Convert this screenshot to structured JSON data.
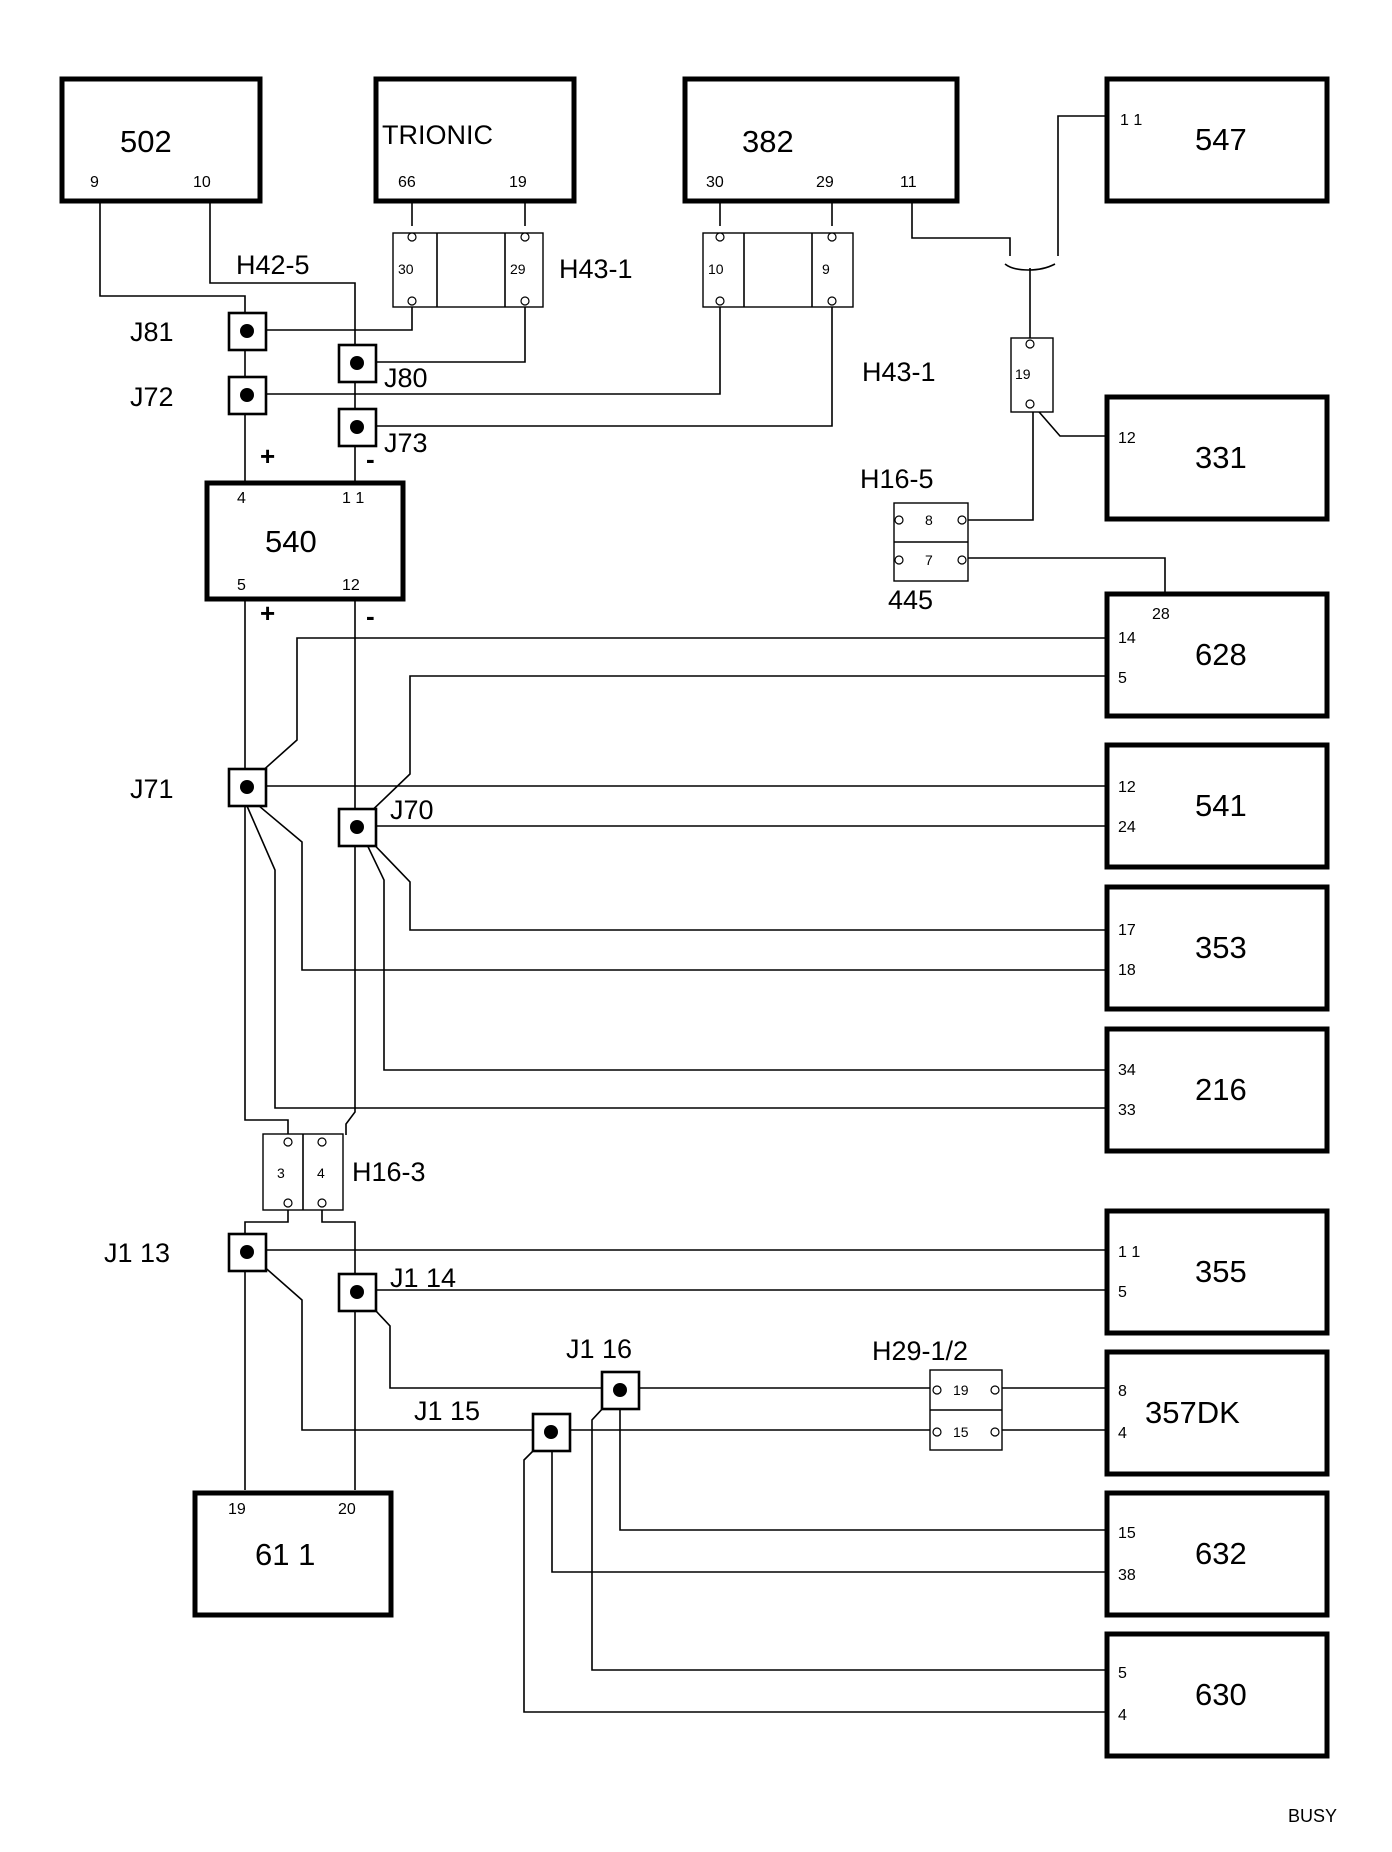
{
  "components": {
    "c502": {
      "name": "502",
      "pins": [
        "9",
        "10"
      ]
    },
    "trionic": {
      "name": "TRIONIC",
      "pins": [
        "66",
        "19"
      ]
    },
    "c382": {
      "name": "382",
      "pins": [
        "30",
        "29",
        "11"
      ]
    },
    "c547": {
      "name": "547",
      "pins": [
        "1 1"
      ]
    },
    "c331": {
      "name": "331",
      "pins": [
        "12"
      ]
    },
    "c540": {
      "name": "540",
      "pins": [
        "4",
        "1 1",
        "5",
        "12"
      ]
    },
    "c628": {
      "name": "628",
      "pins": [
        "28",
        "14",
        "5"
      ]
    },
    "c541": {
      "name": "541",
      "pins": [
        "12",
        "24"
      ]
    },
    "c353": {
      "name": "353",
      "pins": [
        "17",
        "18"
      ]
    },
    "c216": {
      "name": "216",
      "pins": [
        "34",
        "33"
      ]
    },
    "c355": {
      "name": "355",
      "pins": [
        "1 1",
        "5"
      ]
    },
    "c357dk": {
      "name": "357DK",
      "pins": [
        "8",
        "4"
      ]
    },
    "c632": {
      "name": "632",
      "pins": [
        "15",
        "38"
      ]
    },
    "c630": {
      "name": "630",
      "pins": [
        "5",
        "4"
      ]
    },
    "c611": {
      "name": "61 1",
      "pins": [
        "19",
        "20"
      ]
    }
  },
  "connectors": {
    "h43_1_top": {
      "label": "H43-1",
      "pins": [
        "30",
        "29"
      ]
    },
    "h43_1_mid": {
      "pins": [
        "10",
        "9"
      ]
    },
    "h43_1_right": {
      "label": "H43-1",
      "pins": [
        "19"
      ]
    },
    "h42_5": {
      "label": "H42-5"
    },
    "h16_5": {
      "label": "H16-5",
      "pins": [
        "8",
        "7"
      ],
      "sublabel": "445"
    },
    "h16_3": {
      "label": "H16-3",
      "pins": [
        "3",
        "4"
      ]
    },
    "h29": {
      "label": "H29-1/2",
      "pins": [
        "19",
        "15"
      ]
    }
  },
  "junctions": {
    "j81": "J81",
    "j72": "J72",
    "j80": "J80",
    "j73": "J73",
    "j71": "J71",
    "j70": "J70",
    "j1_13": "J1  13",
    "j1_14": "J1  14",
    "j1_15": "J1  15",
    "j1_16": "J1  16"
  },
  "polarity": {
    "plus": "+",
    "minus": "-"
  },
  "footer": "BUSY"
}
